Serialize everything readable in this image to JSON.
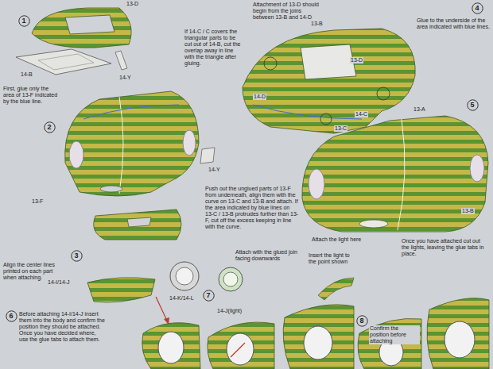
{
  "diagram": {
    "nodes": [
      {
        "text": [
          "1"
        ]
      },
      {
        "text": [
          "2"
        ]
      },
      {
        "text": [
          "3"
        ]
      },
      {
        "text": [
          "4"
        ]
      },
      {
        "text": [
          "5"
        ]
      },
      {
        "text": [
          "6"
        ]
      },
      {
        "text": [
          "7"
        ]
      },
      {
        "text": [
          "8"
        ]
      }
    ],
    "labels": [
      "13-D",
      "14-B",
      "14-Y",
      "First, glue only the area of 13-F indicated by the blue line.",
      "If 14-C / C covers the triangular parts to be cut out of 14-B, cut the overlap away in line with the triangle after gluing.",
      "Attachment of 13-D should begin from the joins between 13-B and 14-D",
      "13-B",
      "Glue to the underside of the area indicated with blue lines.",
      "13-D",
      "14-D",
      "14-C",
      "13-A",
      "13-C",
      "14-Y",
      "13-B",
      "13-F",
      "Push out the unglued parts of 13-F from underneath, align them with the curve on 13-C and 13-B and attach. If the area indicated by blue lines on 13-C / 13-B protrudes further than 13-F, cut off the excess keeping in line with the curve.",
      "Align the center lines printed on each part when attaching.",
      "Attach with the glued join facing downwards",
      "Attach the light here",
      "Once you have attached cut out the lights, leaving the glue tabs in place.",
      "Insert the light to the point shown",
      "14-K/14-L",
      "14-I/14-J",
      "Before attaching 14-I/14-J insert them into the body and confirm the position they should be attached. Once you have decided where, use the glue tabs to attach them.",
      "14-J(light)",
      "Confirm the position before attaching"
    ]
  }
}
